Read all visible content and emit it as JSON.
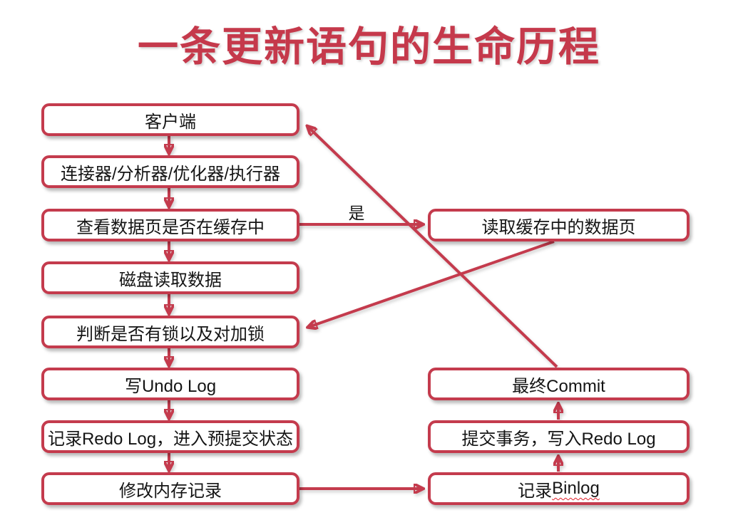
{
  "title": "一条更新语句的生命历程",
  "flow": {
    "left_nodes": [
      {
        "label": "客户端"
      },
      {
        "label": "连接器/分析器/优化器/执行器"
      },
      {
        "label": "查看数据页是否在缓存中"
      },
      {
        "label": "磁盘读取数据"
      },
      {
        "label": "判断是否有锁以及对加锁"
      },
      {
        "label": "写Undo Log"
      },
      {
        "label": "记录Redo Log，进入预提交状态"
      },
      {
        "label": "修改内存记录"
      }
    ],
    "right_nodes": [
      {
        "label": "读取缓存中的数据页"
      },
      {
        "label": "最终Commit"
      },
      {
        "label": "提交事务，写入Redo Log"
      },
      {
        "label_prefix": "记录",
        "label_misspelled_word": "Binlog"
      }
    ],
    "edge_label_yes": "是",
    "arrows": [
      "客户端 → 连接器/分析器/优化器/执行器",
      "连接器/分析器/优化器/执行器 → 查看数据页是否在缓存中",
      "查看数据页是否在缓存中 →(是) 读取缓存中的数据页",
      "查看数据页是否在缓存中 → 磁盘读取数据",
      "磁盘读取数据 → 判断是否有锁以及对加锁",
      "读取缓存中的数据页 → 判断是否有锁以及对加锁",
      "判断是否有锁以及对加锁 → 写Undo Log",
      "写Undo Log → 记录Redo Log，进入预提交状态",
      "记录Redo Log，进入预提交状态 → 修改内存记录",
      "修改内存记录 → 记录Binlog",
      "记录Binlog → 提交事务，写入Redo Log",
      "提交事务，写入Redo Log → 最终Commit",
      "最终Commit → 客户端"
    ]
  },
  "colors": {
    "accent": "#C43B4D",
    "title_text": "#C5394B",
    "node_border": "#C43B4D",
    "node_fill": "#FFFFFF",
    "node_text": "#141414",
    "background": "#FFFFFF",
    "spellcheck_underline": "#E0202A"
  }
}
